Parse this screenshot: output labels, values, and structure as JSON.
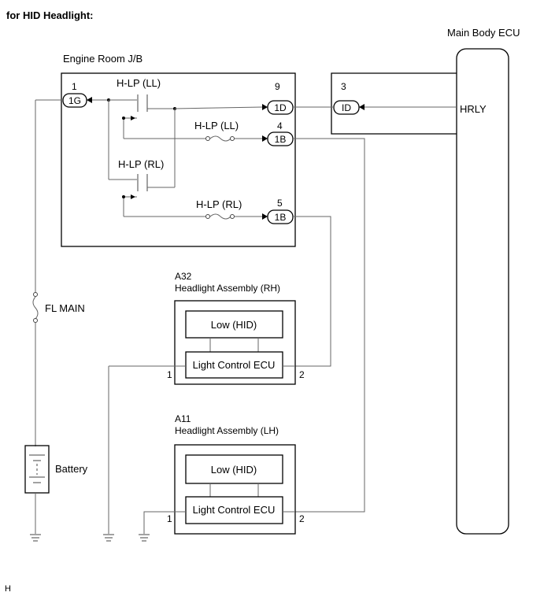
{
  "heading": "for HID Headlight:",
  "footer_code": "H",
  "blocks": {
    "engine_room": "Engine Room J/B",
    "main_body_ecu": "Main Body ECU",
    "headlight_rh_code": "A32",
    "headlight_rh_name": "Headlight Assembly (RH)",
    "headlight_lh_code": "A11",
    "headlight_lh_name": "Headlight Assembly (LH)",
    "low_hid": "Low (HID)",
    "light_control_ecu": "Light Control ECU",
    "battery": "Battery",
    "fl_main": "FL MAIN",
    "hrly": "HRLY"
  },
  "relays": {
    "hlp_ll": "H-LP (LL)",
    "hlp_rl": "H-LP (RL)"
  },
  "fuses": {
    "hlp_ll": "H-LP (LL)",
    "hlp_rl": "H-LP (RL)"
  },
  "connectors": [
    {
      "pin": "1",
      "code": "1G"
    },
    {
      "pin": "9",
      "code": "1D"
    },
    {
      "pin": "4",
      "code": "1B"
    },
    {
      "pin": "5",
      "code": "1B"
    },
    {
      "pin": "3",
      "code": "ID"
    }
  ],
  "pins": {
    "rh_pin1": "1",
    "rh_pin2": "2",
    "lh_pin1": "1",
    "lh_pin2": "2"
  }
}
